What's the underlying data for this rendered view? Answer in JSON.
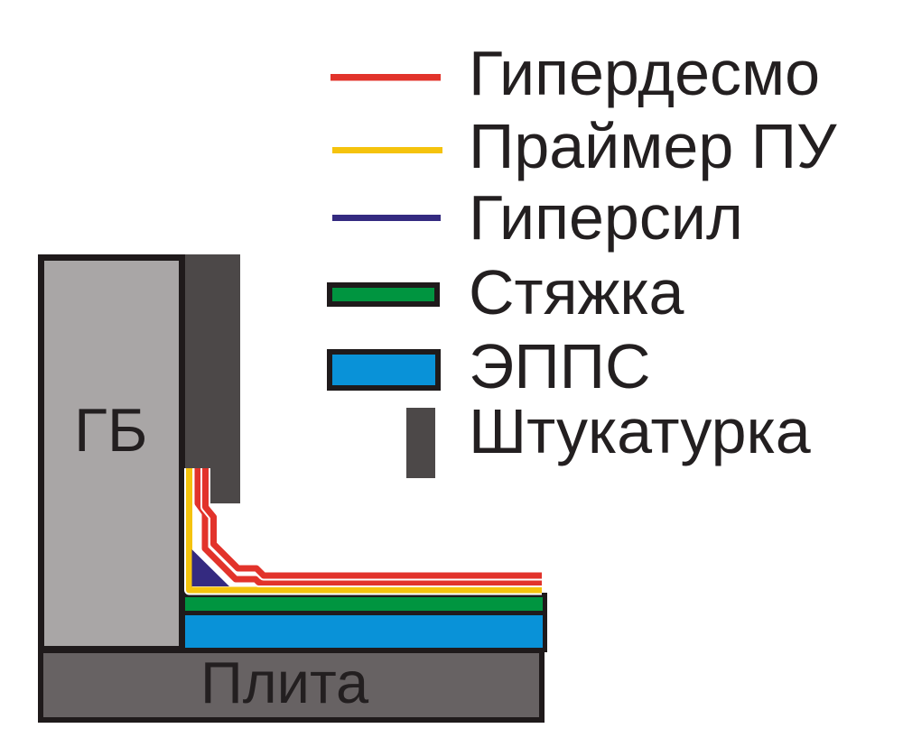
{
  "legend": {
    "items": [
      {
        "id": "hyperdesmo",
        "label": "Гипердесмо",
        "swatch": "line",
        "color": "#e2332b"
      },
      {
        "id": "primer-pu",
        "label": "Праймер ПУ",
        "swatch": "line",
        "color": "#f5c30d"
      },
      {
        "id": "hypersil",
        "label": "Гиперсил",
        "swatch": "line",
        "color": "#342a80"
      },
      {
        "id": "screed",
        "label": "Стяжка",
        "swatch": "outlined-box",
        "color": "#009540"
      },
      {
        "id": "epps",
        "label": "ЭППС",
        "swatch": "outlined-box",
        "color": "#0992d8"
      },
      {
        "id": "plaster",
        "label": "Штукатурка",
        "swatch": "bar",
        "color": "#4c4848"
      }
    ]
  },
  "diagram": {
    "wall_label": "ГБ",
    "slab_label": "Плита",
    "colors": {
      "membrane_red": "#e2332b",
      "primer_yellow": "#f5c30d",
      "sealant_navy": "#342a80",
      "screed_green": "#009540",
      "xps_blue": "#0992d8",
      "plaster_gray": "#4c4848",
      "wall_gray": "#a9a6a6",
      "slab_gray": "#676263",
      "outline_black": "#1f1a1b",
      "halo_white": "#ffffff",
      "text_black": "#231f20"
    }
  }
}
